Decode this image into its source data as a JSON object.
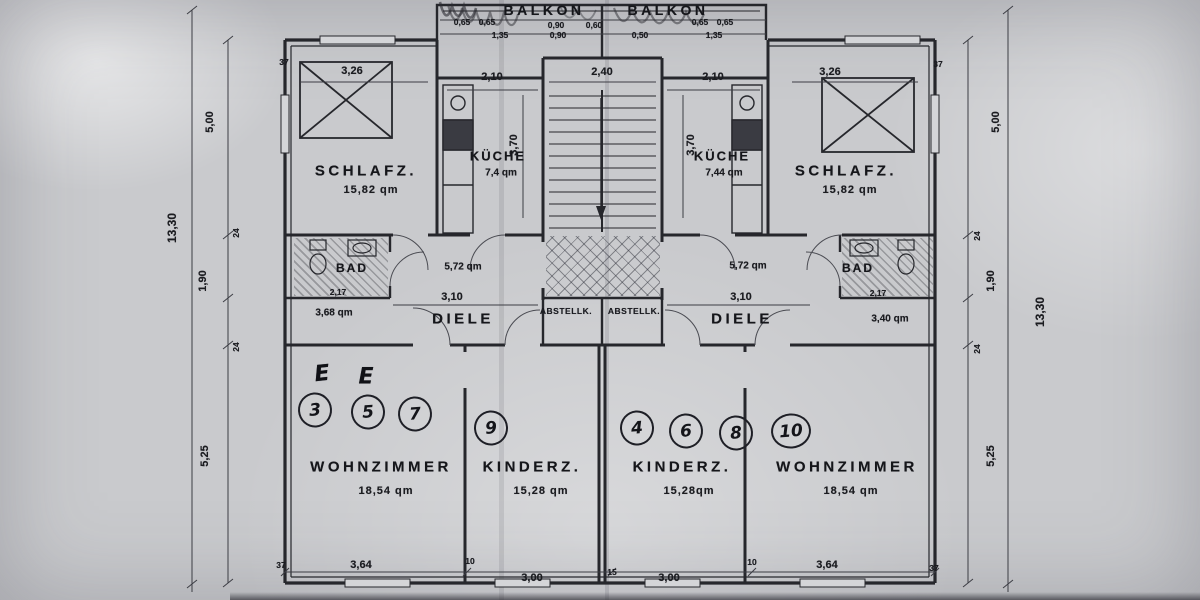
{
  "balconies": {
    "left": "BALKON",
    "right": "BALKON"
  },
  "balcony_dims": {
    "r1": [
      "0,65",
      "0,65",
      "0,90",
      "0,60",
      "0,65",
      "0,65"
    ],
    "r2": [
      "1,35",
      "0,90",
      "0,50",
      "1,35"
    ]
  },
  "stairwell": {
    "width": "2,40"
  },
  "left_unit": {
    "schlafz_label": "SCHLAFZ.",
    "schlafz_area": "15,82 qm",
    "schlafz_width": "3,26",
    "kueche_label": "KÜCHE",
    "kueche_area": "7,4 qm",
    "kueche_width": "2,10",
    "kueche_depth": "3,70",
    "bad_label": "BAD",
    "bad_width": "2,17",
    "bad_area": "3,68 qm",
    "diele_label": "DIELE",
    "diele_area": "5,72 qm",
    "diele_width": "3,10",
    "abstellk_label": "ABSTELLK.",
    "wohnzimmer_label": "WOHNZIMMER",
    "wohnzimmer_area": "18,54 qm",
    "kinderz_label": "KINDERZ.",
    "kinderz_area": "15,28 qm"
  },
  "right_unit": {
    "schlafz_label": "SCHLAFZ.",
    "schlafz_area": "15,82 qm",
    "schlafz_width": "3,26",
    "kueche_label": "KÜCHE",
    "kueche_area": "7,44 qm",
    "kueche_width": "2,10",
    "kueche_depth": "3,70",
    "bad_label": "BAD",
    "bad_width": "2,17",
    "bad_area": "3,40 qm",
    "diele_label": "DIELE",
    "diele_area": "5,72 qm",
    "diele_width": "3,10",
    "abstellk_label": "ABSTELLK.",
    "wohnzimmer_label": "WOHNZIMMER",
    "wohnzimmer_area": "18,54 qm",
    "kinderz_label": "KINDERZ.",
    "kinderz_area": "15,28qm"
  },
  "unit_numbers": [
    "3",
    "5",
    "7",
    "9",
    "4",
    "6",
    "8",
    "10"
  ],
  "annotations": {
    "e1": "E",
    "e2": "E"
  },
  "dims": {
    "outer_left": "13,30",
    "outer_right": "13,30",
    "left_top": "5,00",
    "left_mid": "1,90",
    "left_bottom": "5,25",
    "right_top": "5,00",
    "right_mid": "1,90",
    "right_bottom": "5,25",
    "wall_l1": "24",
    "wall_l2": "24",
    "wall_r1": "24",
    "wall_r2": "24",
    "corner_tl": "37",
    "corner_tr": "37",
    "corner_bl": "37",
    "corner_br": "37",
    "bottom": [
      "3,64",
      "3,00",
      "3,00",
      "3,64"
    ],
    "bottom_ticks": [
      "10",
      "15",
      "10"
    ]
  }
}
